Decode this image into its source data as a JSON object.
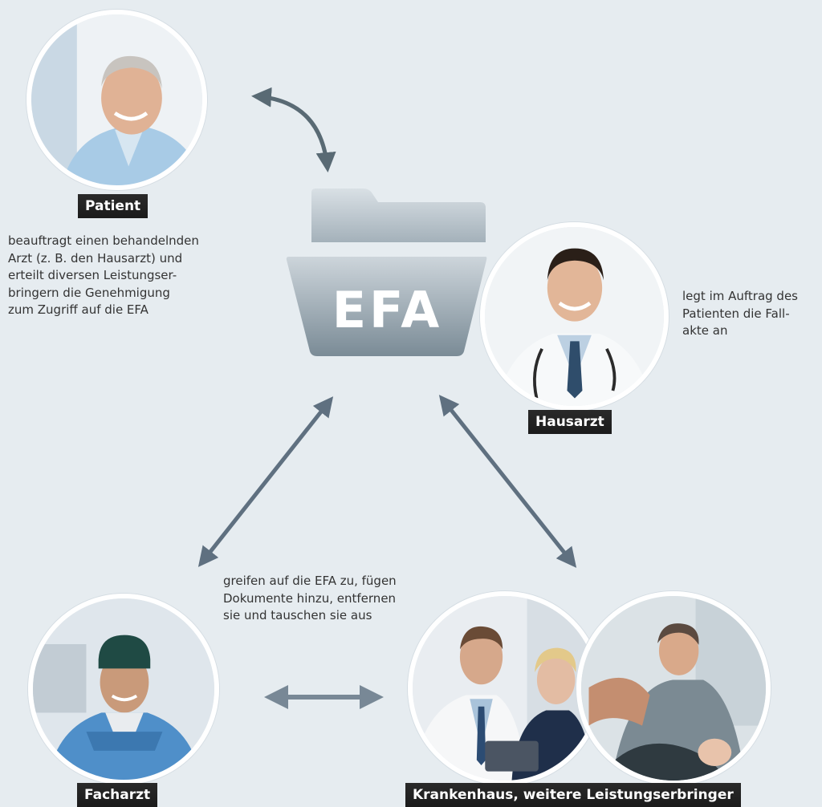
{
  "labels": {
    "patient": "Patient",
    "hausarzt": "Hausarzt",
    "facharzt": "Facharzt",
    "krankenhaus": "Krankenhaus, weitere Leistungserbringer"
  },
  "folder": {
    "text": "EFA"
  },
  "descriptions": {
    "patient": [
      "beauftragt einen behandelnden",
      "Arzt (z. B. den Hausarzt) und",
      "erteilt diversen Leistungser-",
      "bringern die Genehmigung",
      "zum Zugriff auf die EFA"
    ],
    "hausarzt": [
      "legt im Auftrag des",
      "Patienten die Fall-",
      "akte an"
    ],
    "access": [
      "greifen auf die EFA zu, fügen",
      "Dokumente hinzu, entfernen",
      "sie und tauschen sie aus"
    ]
  },
  "colors": {
    "arrow_top": "#596a74",
    "arrow_diag": "#5f7080",
    "arrow_horiz": "#788896",
    "folder_dark": "#7d8d97",
    "folder_light": "#d8dfe4"
  }
}
